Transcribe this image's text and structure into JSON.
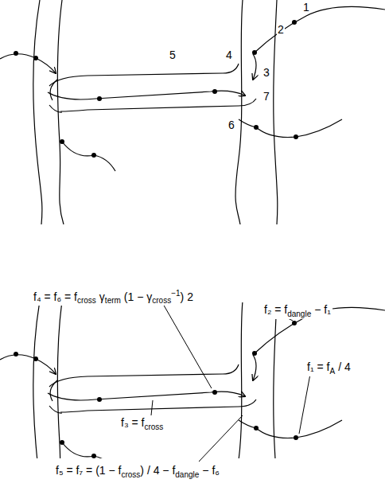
{
  "diagram": {
    "labels": [
      "1",
      "2",
      "3",
      "4",
      "5",
      "6",
      "7",
      "f₄ = f₆ = f",
      "cross",
      "γ",
      "term",
      "(1 − γ",
      "cross",
      "−1",
      ") 2",
      "f₂ = f",
      "dangle",
      "− f₁",
      "f₁ = f",
      "A",
      "/ 4",
      "f₃ = f",
      "cross",
      "f₅ = f₇ = (1 − f",
      "cross",
      ") / 4 − f",
      "dangle",
      "− f₆"
    ]
  }
}
